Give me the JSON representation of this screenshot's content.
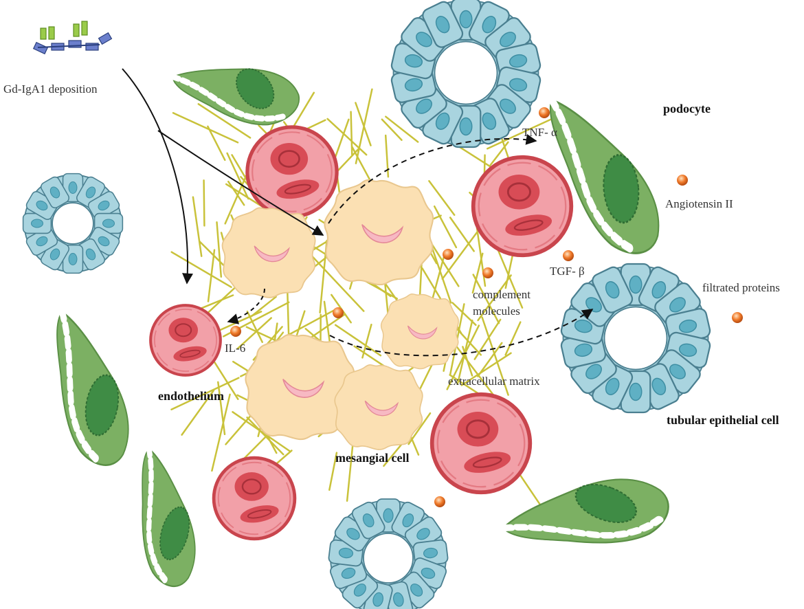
{
  "labels": {
    "deposition": "Gd-IgA1 deposition",
    "tnf": "TNF- α",
    "podocyte": "podocyte",
    "angiotensin": "Angiotensin II",
    "tgf": "TGF- β",
    "complement_1": "complement",
    "complement_2": "molecules",
    "filtrated": "filtrated proteins",
    "il6": "IL-6",
    "endothelium": "endothelium",
    "ecm": "extracellular matrix",
    "tubular": "tubular epithelial cell",
    "mesangial": "mesangial cell"
  },
  "colors": {
    "podocyte_fill": "#7cb063",
    "podocyte_nucleus": "#3f8c45",
    "endothelium_fill": "#f2a0a8",
    "endothelium_nucleus": "#c9454d",
    "tubule_fill": "#a9d4df",
    "tubule_nucleus": "#5fb0c4",
    "mesangial_fill": "#fbe0b3",
    "mesangial_nucleus": "#f4a9b4",
    "matrix_fiber": "#c9c23a",
    "cytokine": "#f07a2a",
    "arrow": "#111111"
  }
}
